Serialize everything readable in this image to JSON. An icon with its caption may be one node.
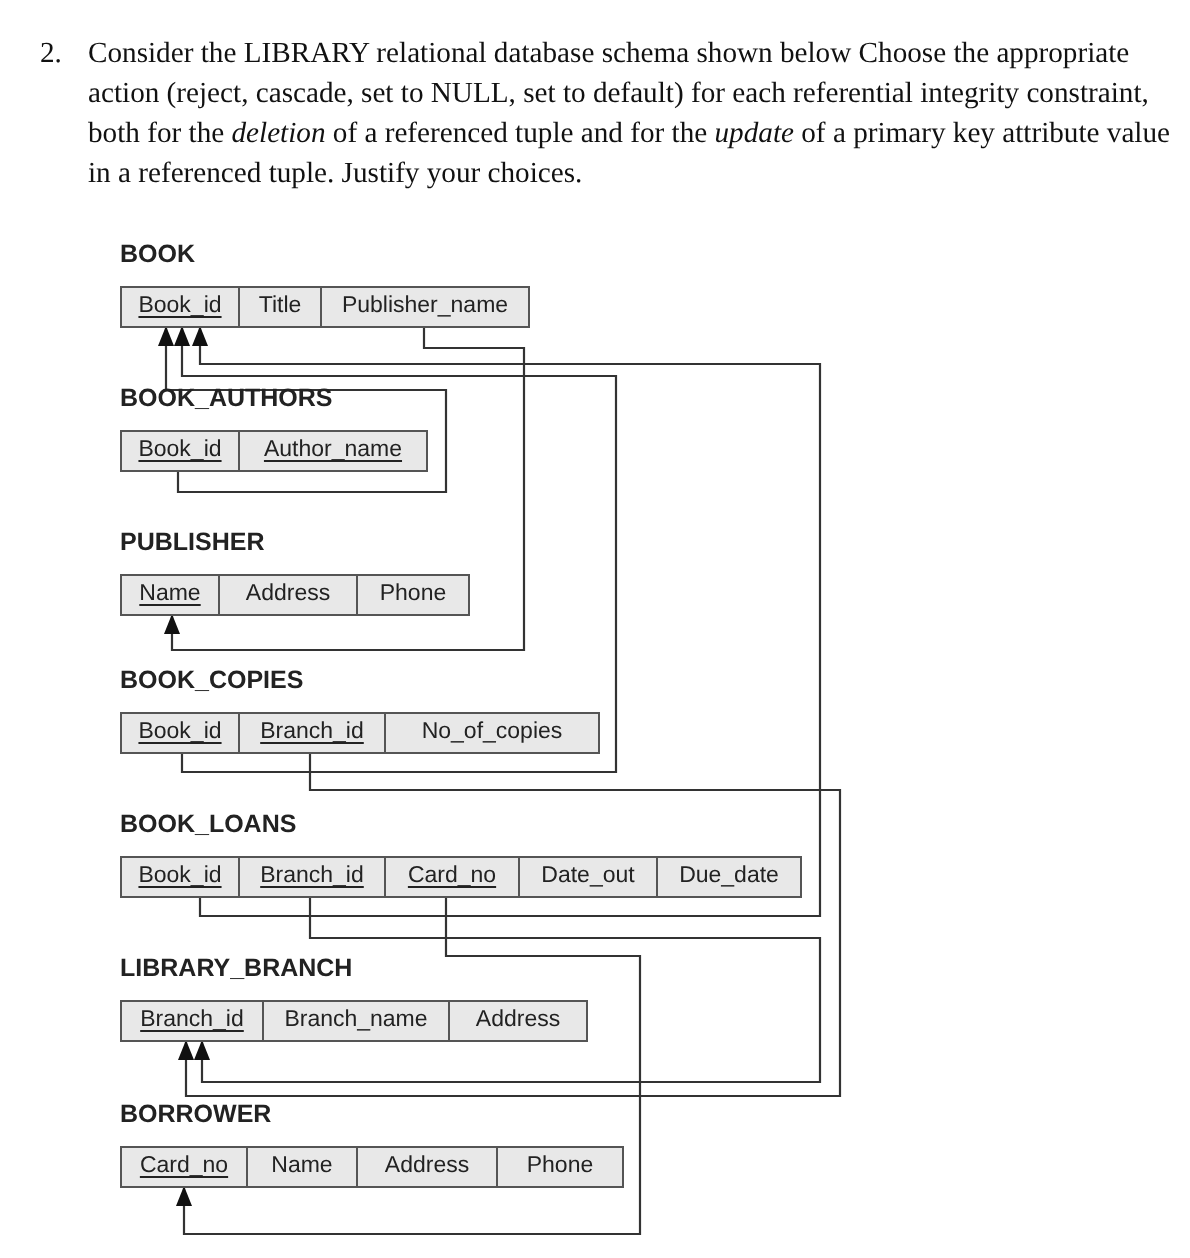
{
  "diagram": {
    "title": "Consider the LIBRARY relational database schema shown below Choose the appropriate action (reject, cascade, set to NULL, set to default) for each referential integrity constraint, both for the *deletion* of a referenced tuple and for the *update* of a primary key attribute value in a referenced tuple. Justify your choices.",
    "nodes": [
      {
        "text": [
          "BOOK"
        ]
      },
      {
        "text": [
          "Book_id"
        ],
        "in": 0
      },
      {
        "text": [
          "Title"
        ],
        "in": 0
      },
      {
        "text": [
          "Publisher_name"
        ],
        "in": 0
      },
      {
        "text": [
          "BOOK_AUTHORS"
        ]
      },
      {
        "text": [
          "Book_id"
        ],
        "in": 4
      },
      {
        "text": [
          "Author_name"
        ],
        "in": 4
      },
      {
        "text": [
          "PUBLISHER"
        ]
      },
      {
        "text": [
          "Name"
        ],
        "in": 7
      },
      {
        "text": [
          "Address"
        ],
        "in": 7
      },
      {
        "text": [
          "Phone"
        ],
        "in": 7
      },
      {
        "text": [
          "BOOK_COPIES"
        ]
      },
      {
        "text": [
          "Book_id"
        ],
        "in": 11
      },
      {
        "text": [
          "Branch_id"
        ],
        "in": 11
      },
      {
        "text": [
          "No_of_copies"
        ],
        "in": 11
      },
      {
        "text": [
          "BOOK_LOANS"
        ]
      },
      {
        "text": [
          "Book_id"
        ],
        "in": 15
      },
      {
        "text": [
          "Branch_id"
        ],
        "in": 15
      },
      {
        "text": [
          "Card_no"
        ],
        "in": 15
      },
      {
        "text": [
          "Date_out"
        ],
        "in": 15
      },
      {
        "text": [
          "Due_date"
        ],
        "in": 15
      },
      {
        "text": [
          "LIBRARY_BRANCH"
        ]
      },
      {
        "text": [
          "Branch_id"
        ],
        "in": 21
      },
      {
        "text": [
          "Branch_name"
        ],
        "in": 21
      },
      {
        "text": [
          "Address"
        ],
        "in": 21
      },
      {
        "text": [
          "BORROWER"
        ]
      },
      {
        "text": [
          "Card_no"
        ],
        "in": 25
      },
      {
        "text": [
          "Name"
        ],
        "in": 25
      },
      {
        "text": [
          "Address"
        ],
        "in": 25
      },
      {
        "text": [
          "Phone"
        ],
        "in": 25
      }
    ],
    "edges": [
      {
        "from": 5,
        "to": 1,
        "arrow": "to"
      },
      {
        "from": 3,
        "to": 8,
        "arrow": "to"
      },
      {
        "from": 12,
        "to": 1,
        "arrow": "to"
      },
      {
        "from": 16,
        "to": 1,
        "arrow": "to"
      },
      {
        "from": 13,
        "to": 22,
        "arrow": "to"
      },
      {
        "from": 17,
        "to": 22,
        "arrow": "to"
      },
      {
        "from": 18,
        "to": 26,
        "arrow": "to"
      }
    ],
    "labels": [
      "2."
    ]
  }
}
